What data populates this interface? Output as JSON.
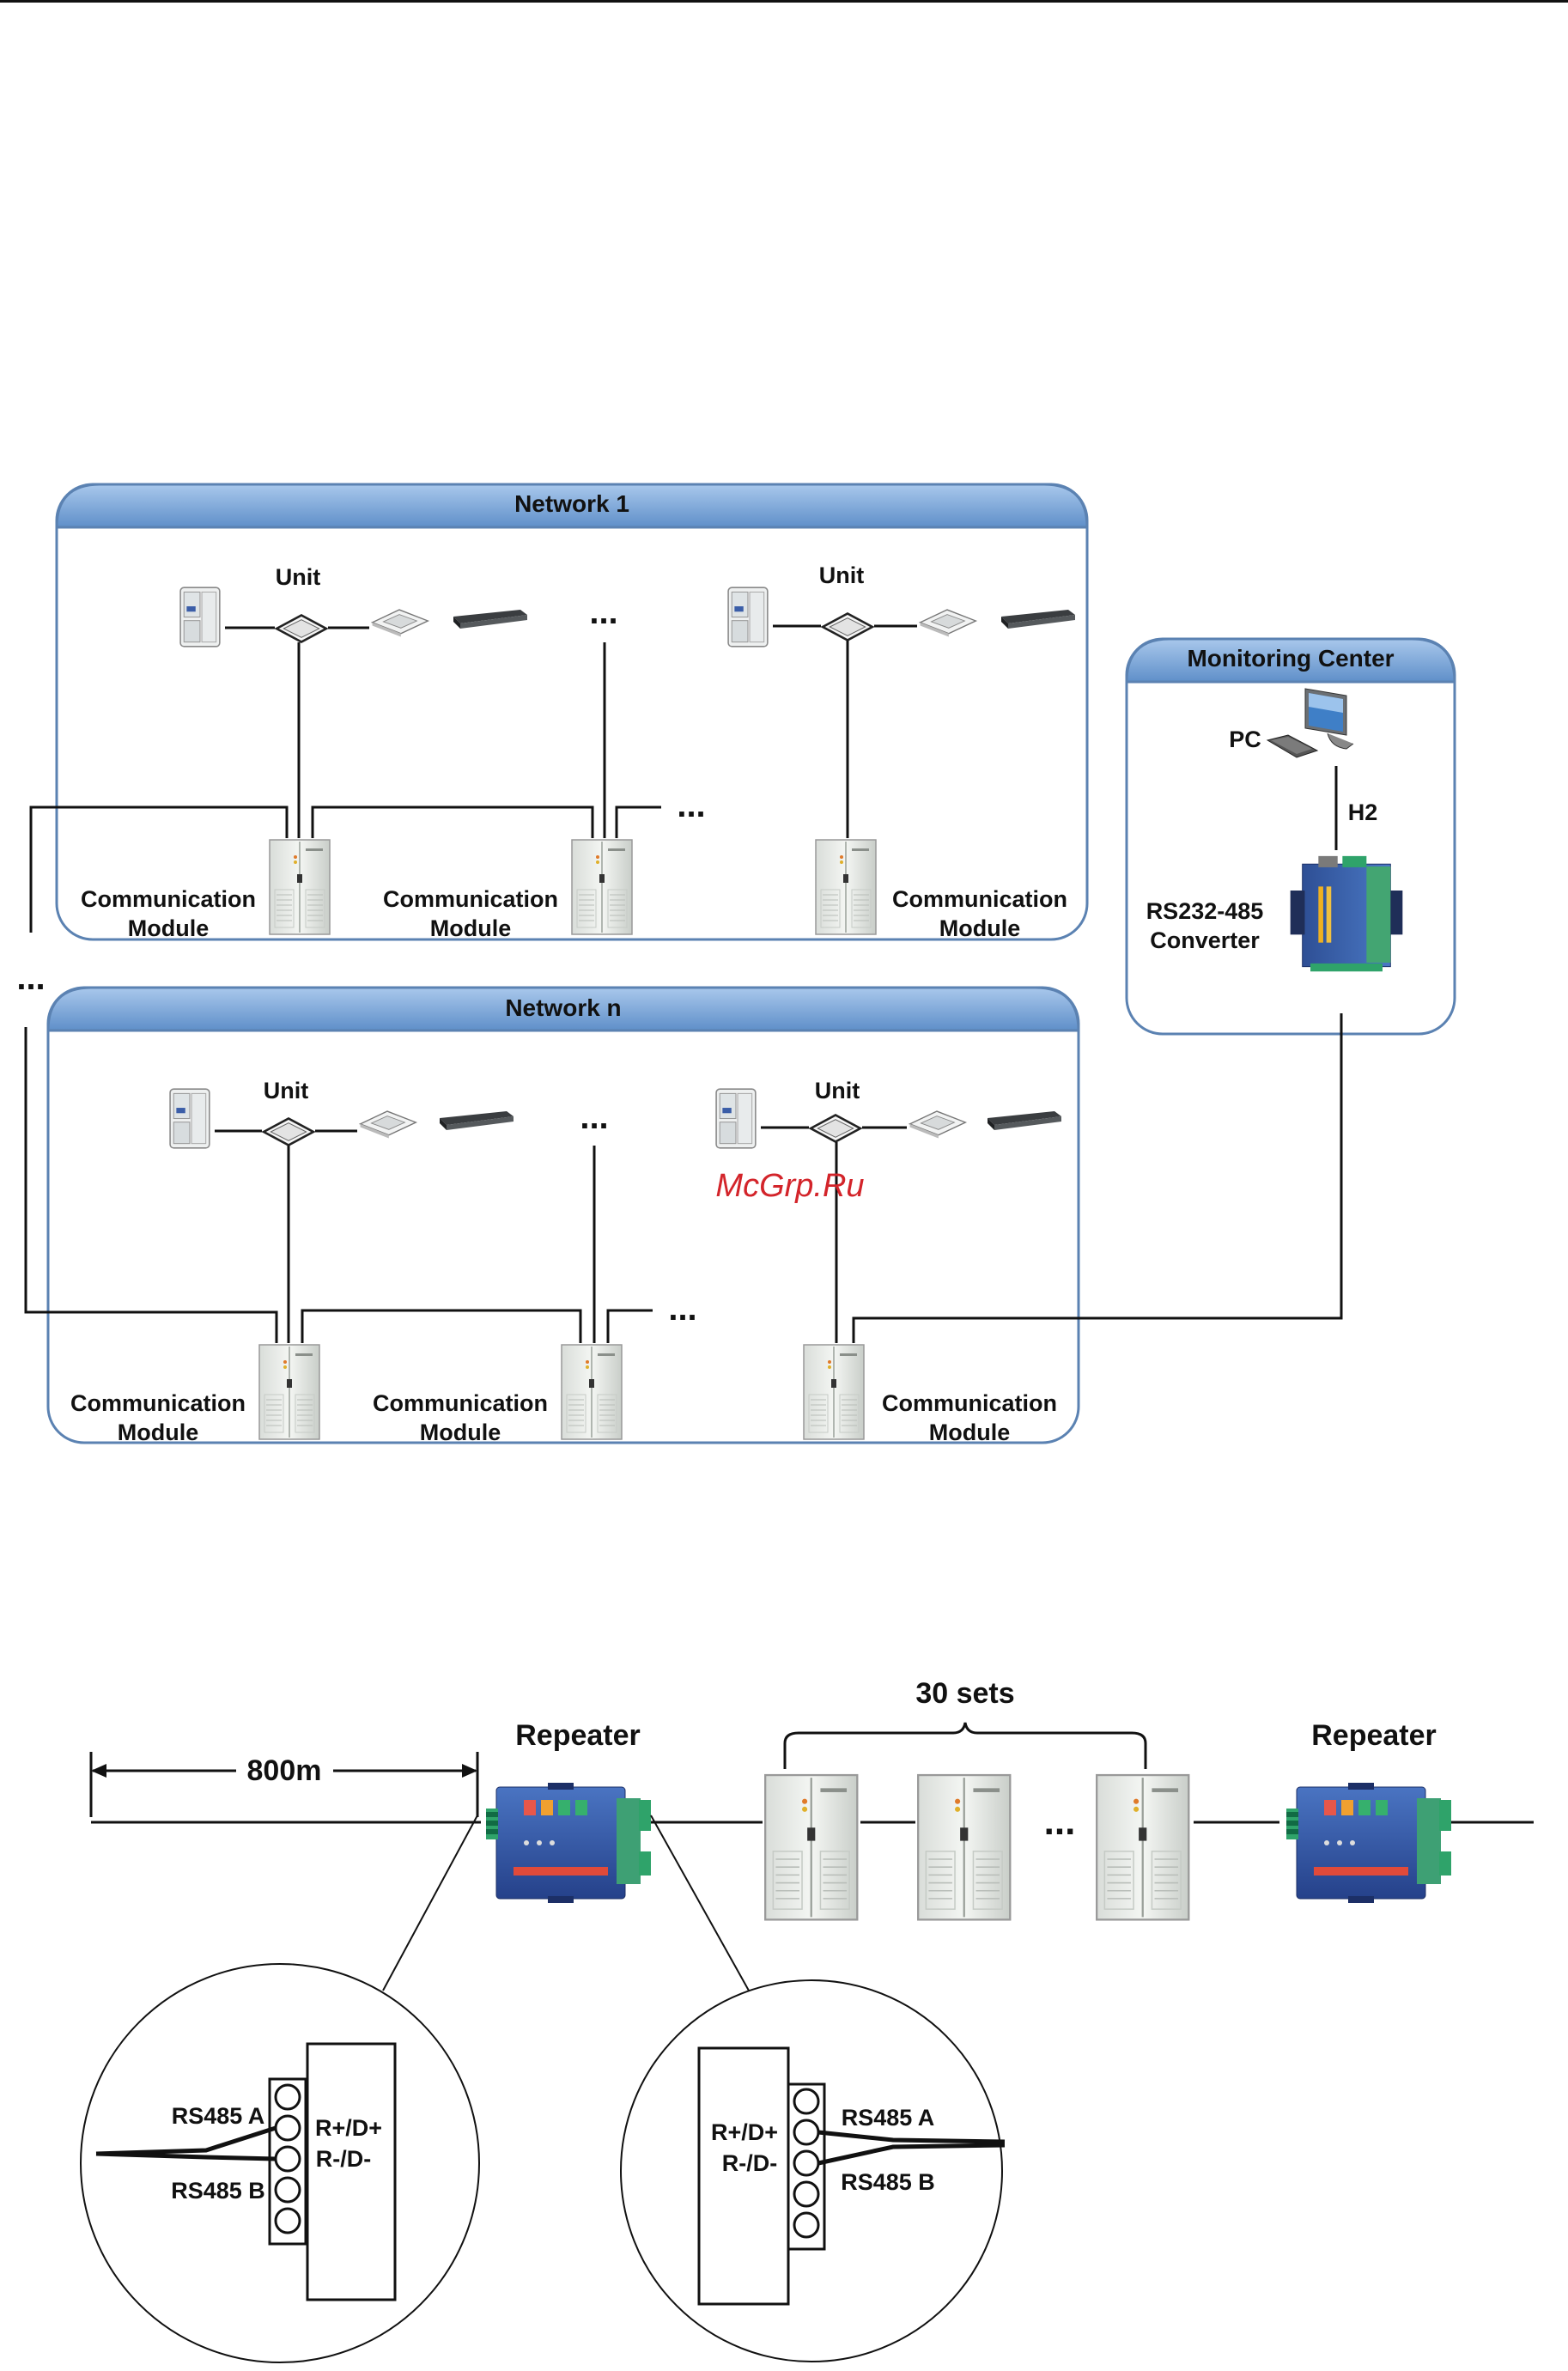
{
  "watermark": "McGrp.Ru",
  "networks": [
    {
      "title": "Network 1"
    },
    {
      "title": "Network n"
    }
  ],
  "labels": {
    "unit": "Unit",
    "comm_line1": "Communication",
    "comm_line2": "Module",
    "ellipsis": "...",
    "monitoring_center": "Monitoring Center",
    "pc": "PC",
    "h2": "H2",
    "converter_line1": "RS232-485",
    "converter_line2": "Converter"
  },
  "repeater_section": {
    "distance": "800m",
    "repeater": "Repeater",
    "sets": "30 sets",
    "ellipsis": "...",
    "rs485_a": "RS485 A",
    "rs485_b": "RS485 B",
    "r_plus": "R+/D+",
    "r_minus": "R-/D-"
  },
  "colors": {
    "header_blue": "#7aa6d6",
    "panel_border": "#5b82b2",
    "watermark": "#d3242a"
  }
}
